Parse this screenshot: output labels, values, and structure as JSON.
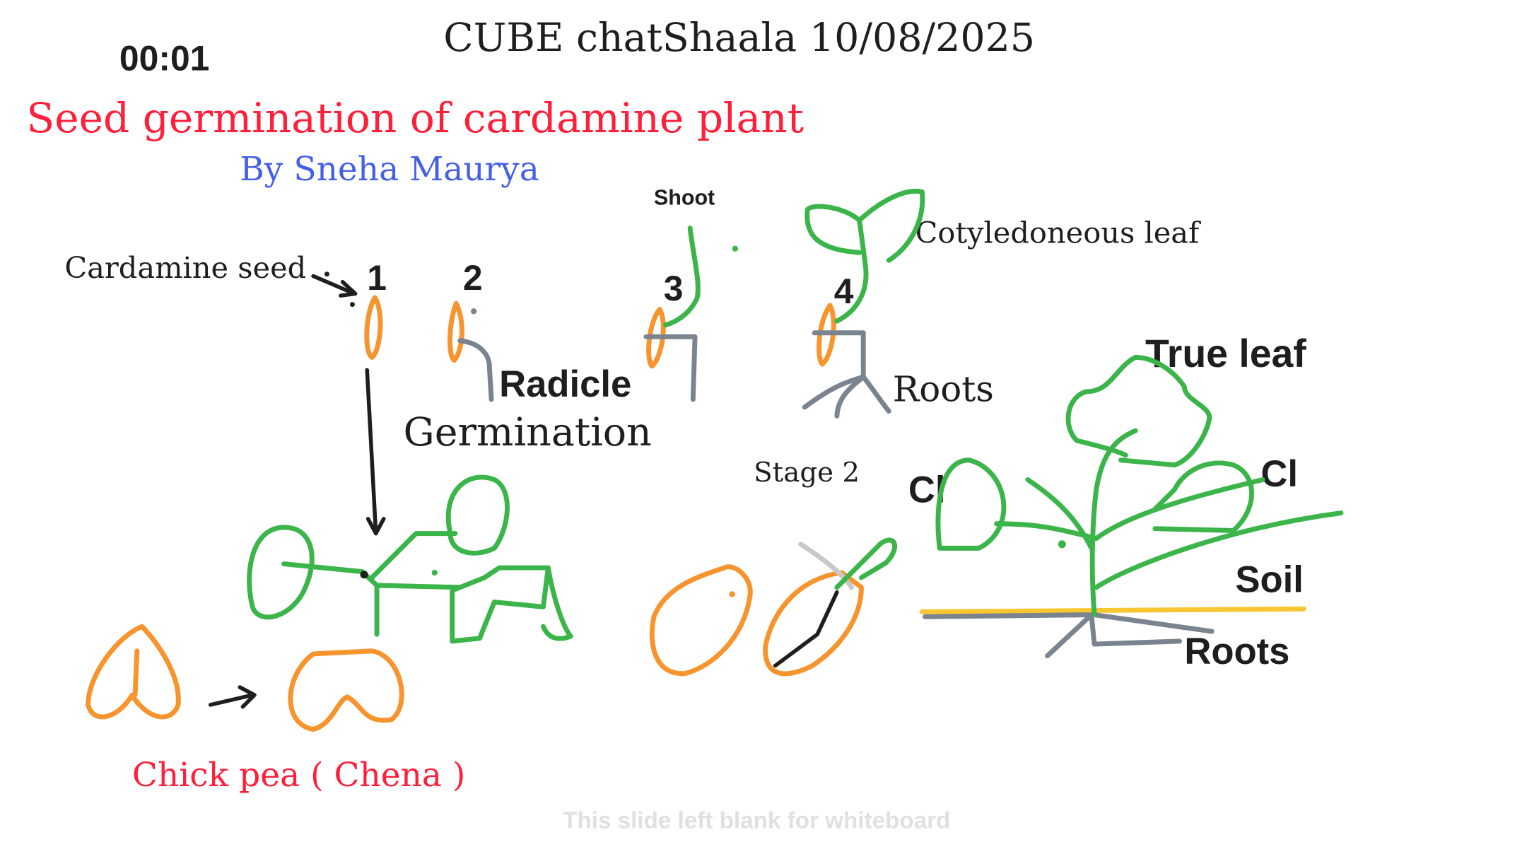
{
  "timer": "00:01",
  "header": {
    "title": "CUBE chatShaala 10/08/2025"
  },
  "slide": {
    "title": "Seed germination of cardamine plant",
    "author": "By Sneha Maurya",
    "footer": "This slide left blank for whiteboard"
  },
  "labels": {
    "cardamine_seed": "Cardamine seed",
    "stage1": "1",
    "stage2": "2",
    "stage3": "3",
    "stage4": "4",
    "shoot": "Shoot",
    "radicle": "Radicle",
    "germination": "Germination",
    "cotyledoneous_leaf": "Cotyledoneous leaf",
    "roots_upper": "Roots",
    "stage_2": "Stage 2",
    "true_leaf": "True leaf",
    "cl_left": "Cl",
    "cl_right": "Cl",
    "soil": "Soil",
    "roots_lower": "Roots",
    "chick_pea": "Chick pea ( Chena )"
  },
  "colors": {
    "title": "#ff1f3a",
    "author": "#4560e6",
    "green": "#3bb54a",
    "orange": "#f7942e",
    "root": "#7a8390",
    "soil": "#f8c630",
    "footer": "#e0e0e0"
  }
}
